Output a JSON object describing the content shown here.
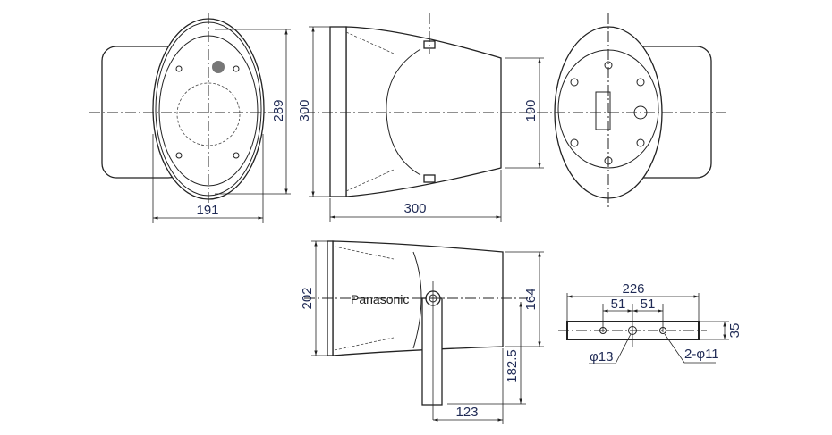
{
  "brand": "Panasonic",
  "dimensions": {
    "front_width": "191",
    "front_height_inner": "289",
    "side_height": "300",
    "side_rear_height": "190",
    "side_length": "300",
    "bottom_height": "202",
    "bottom_rear_height": "164",
    "bracket_height": "182.5",
    "bracket_offset": "123",
    "plate_length": "226",
    "hole_spacing_left": "51",
    "hole_spacing_right": "51",
    "plate_width": "35",
    "center_hole": "φ13",
    "side_holes": "2-φ11"
  },
  "colors": {
    "dimension_text": "#1f2a55",
    "line": "#222222"
  }
}
